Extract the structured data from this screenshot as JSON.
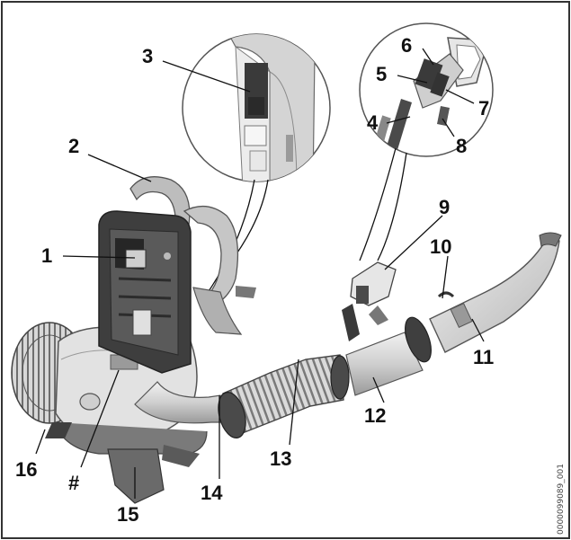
{
  "diagram": {
    "callouts": [
      {
        "id": "1",
        "label": "1"
      },
      {
        "id": "2",
        "label": "2"
      },
      {
        "id": "3",
        "label": "3"
      },
      {
        "id": "4",
        "label": "4"
      },
      {
        "id": "5",
        "label": "5"
      },
      {
        "id": "6",
        "label": "6"
      },
      {
        "id": "7",
        "label": "7"
      },
      {
        "id": "8",
        "label": "8"
      },
      {
        "id": "9",
        "label": "9"
      },
      {
        "id": "10",
        "label": "10"
      },
      {
        "id": "11",
        "label": "11"
      },
      {
        "id": "12",
        "label": "12"
      },
      {
        "id": "13",
        "label": "13"
      },
      {
        "id": "14",
        "label": "14"
      },
      {
        "id": "15",
        "label": "15"
      },
      {
        "id": "16",
        "label": "16"
      },
      {
        "id": "hash",
        "label": "#"
      }
    ],
    "document_id": "0000099089_001"
  },
  "colors": {
    "border": "#333333",
    "body_light": "#e4e4e4",
    "body_mid": "#c9c9c9",
    "body_dark": "#8a8a8a",
    "frame_dark": "#3e3e3e",
    "line": "#1a1a1a"
  }
}
